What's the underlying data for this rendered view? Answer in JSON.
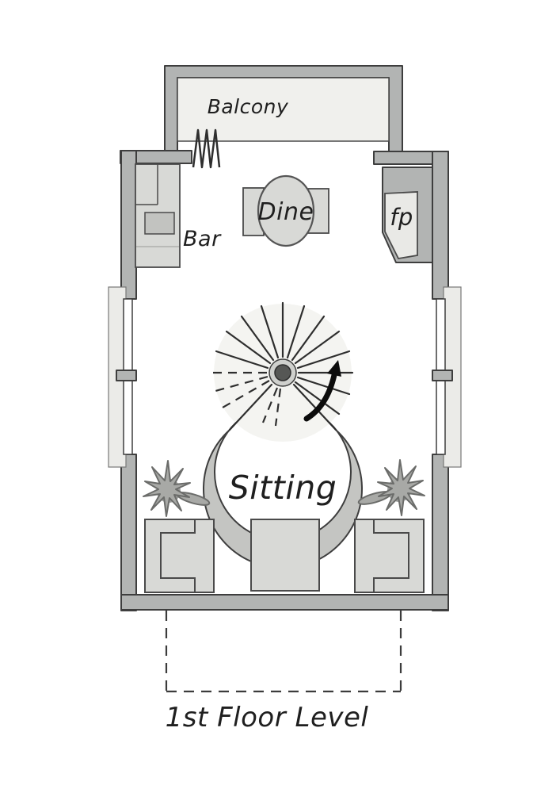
{
  "title": "1st Floor Level",
  "plan": {
    "labels": {
      "balcony": "Balcony",
      "bar": "Bar",
      "dine": "Dine",
      "fireplace": "fp",
      "sitting": "Sitting",
      "floor_level": "1st Floor Level"
    },
    "stair": {
      "type": "spiral-staircase",
      "direction": "up"
    },
    "colors": {
      "wall": "#b2b4b3",
      "outline": "#3e3e3e",
      "furniture": "#d8d9d6",
      "balcony_floor": "#f0f0ed",
      "window_sill": "#ebebe8",
      "sink": "#c2c3c0",
      "stair_ring": "#c4c5c2",
      "stair_floor": "#f4f4f1",
      "hearth": "#e9e9e6",
      "plant": "#a8a9a6",
      "plant_shadow": "#9c9d9b",
      "arrow": "#0c0c0c",
      "background": "#ffffff"
    }
  }
}
